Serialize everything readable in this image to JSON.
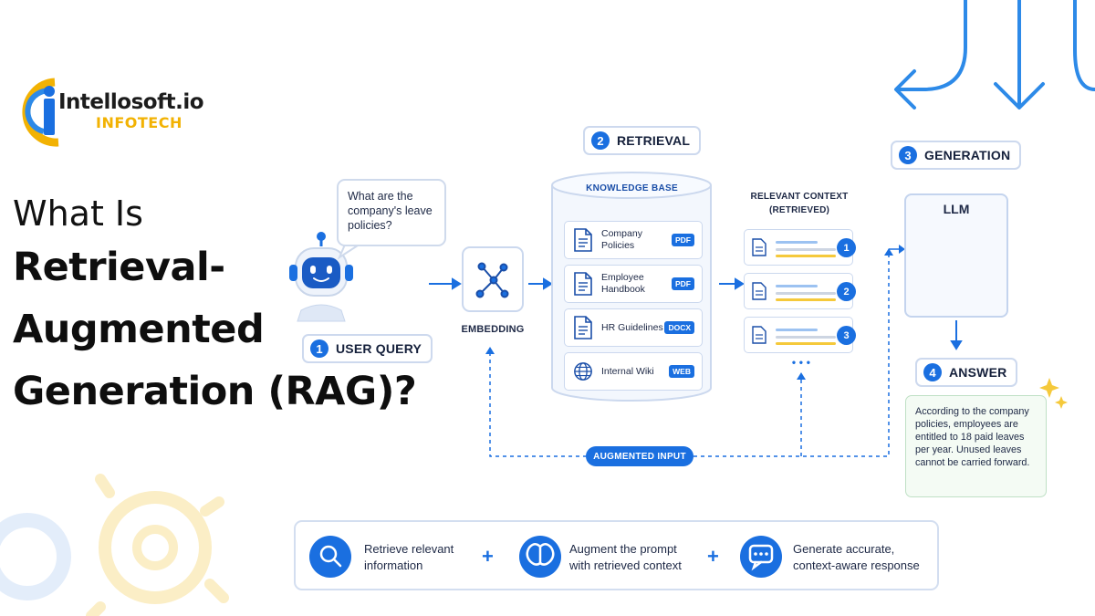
{
  "brand": {
    "name": "Intellosoft.io",
    "tagline": "INFOTECH"
  },
  "headline": {
    "line1": "What Is",
    "line2": "Retrieval-",
    "line3": "Augmented",
    "line4": "Generation (RAG)?"
  },
  "steps": {
    "user_query": {
      "num": "1",
      "label": "USER QUERY"
    },
    "retrieval": {
      "num": "2",
      "label": "RETRIEVAL"
    },
    "generation": {
      "num": "3",
      "label": "GENERATION"
    },
    "answer": {
      "num": "4",
      "label": "ANSWER"
    }
  },
  "query_bubble": "What are the company's leave policies?",
  "embedding_label": "EMBEDDING",
  "knowledge_base": {
    "title": "KNOWLEDGE BASE",
    "docs": [
      {
        "name": "Company Policies",
        "type": "PDF",
        "icon": "document-icon"
      },
      {
        "name": "Employee Handbook",
        "type": "PDF",
        "icon": "document-icon"
      },
      {
        "name": "HR Guidelines",
        "type": "DOCX",
        "icon": "document-icon"
      },
      {
        "name": "Internal Wiki",
        "type": "WEB",
        "icon": "globe-icon"
      }
    ]
  },
  "relevant_context": {
    "title_line1": "RELEVANT CONTEXT",
    "title_line2": "(RETRIEVED)",
    "items": [
      "1",
      "2",
      "3"
    ],
    "more": "• • •"
  },
  "llm": {
    "label": "LLM",
    "icon": "brain-gear-icon"
  },
  "answer_text": "According to the company policies, employees are entitled to 18 paid leaves per year. Unused leaves cannot be carried forward.",
  "augmented_input": "AUGMENTED INPUT",
  "footer": {
    "items": [
      {
        "icon": "search-icon",
        "line1": "Retrieve relevant",
        "line2": "information"
      },
      {
        "icon": "brain-icon",
        "line1": "Augment the prompt",
        "line2": "with retrieved context"
      },
      {
        "icon": "chat-icon",
        "line1": "Generate accurate,",
        "line2": "context-aware response"
      }
    ],
    "plus": "+"
  },
  "colors": {
    "primary": "#1a6fe0",
    "brand_yellow": "#f2b203",
    "highlight_yellow": "#f5c93b"
  }
}
